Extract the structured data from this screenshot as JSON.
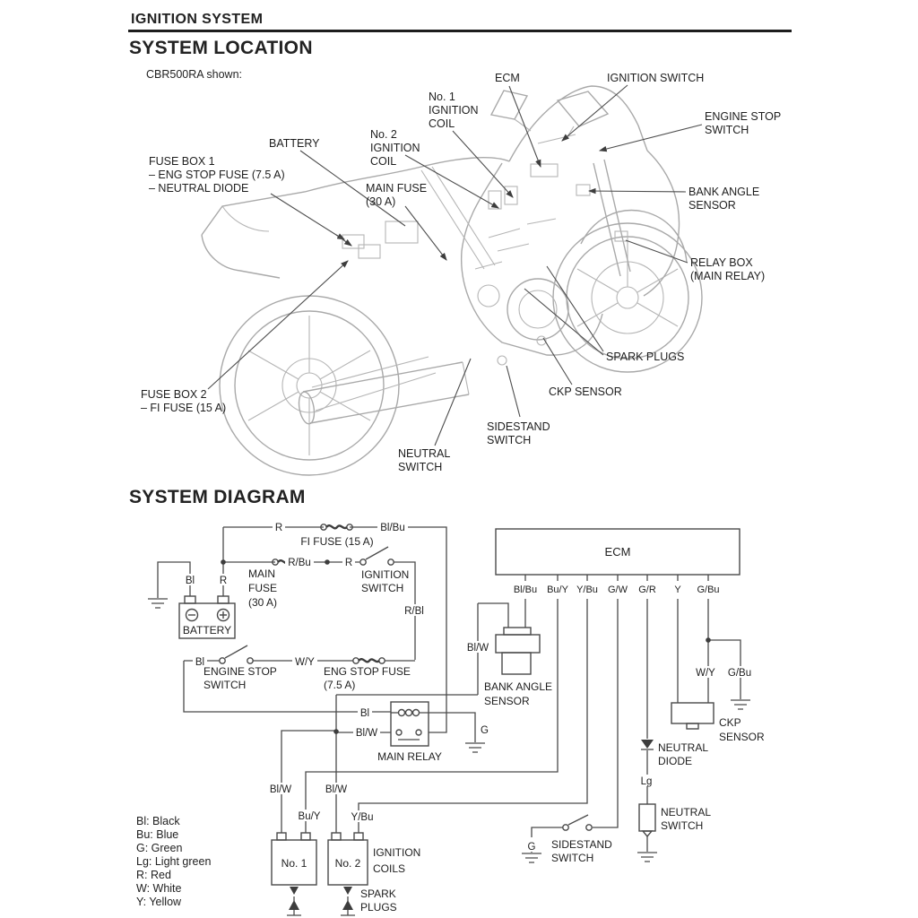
{
  "page": {
    "header": "IGNITION SYSTEM",
    "section1": "SYSTEM LOCATION",
    "model_note": "CBR500RA shown:",
    "section2": "SYSTEM DIAGRAM"
  },
  "location": {
    "ecm": "ECM",
    "ignition_switch": "IGNITION SWITCH",
    "engine_stop_switch": [
      "ENGINE STOP",
      "SWITCH"
    ],
    "bank_angle_sensor": [
      "BANK ANGLE",
      "SENSOR"
    ],
    "relay_box": [
      "RELAY BOX",
      "(MAIN RELAY)"
    ],
    "spark_plugs": "SPARK PLUGS",
    "ckp_sensor": "CKP SENSOR",
    "sidestand_switch": [
      "SIDESTAND",
      "SWITCH"
    ],
    "neutral_switch": [
      "NEUTRAL",
      "SWITCH"
    ],
    "fuse_box_2": [
      "FUSE BOX 2",
      "– FI FUSE (15 A)"
    ],
    "fuse_box_1": [
      "FUSE BOX 1",
      "– ENG STOP FUSE (7.5 A)",
      "– NEUTRAL DIODE"
    ],
    "battery": "BATTERY",
    "no1_coil": [
      "No. 1",
      "IGNITION",
      "COIL"
    ],
    "no2_coil": [
      "No. 2",
      "IGNITION",
      "COIL"
    ],
    "main_fuse": [
      "MAIN FUSE",
      "(30 A)"
    ]
  },
  "schematic": {
    "ecm": "ECM",
    "pins": [
      "Bl/Bu",
      "Bu/Y",
      "Y/Bu",
      "G/W",
      "G/R",
      "Y",
      "G/Bu"
    ],
    "labels": {
      "r_top": "R",
      "bl_bu": "Bl/Bu",
      "fi_fuse": "FI FUSE (15 A)",
      "main_fuse": [
        "MAIN",
        "FUSE",
        "(30 A)"
      ],
      "r_bu": "R/Bu",
      "r_mid": "R",
      "ignition_switch": [
        "IGNITION",
        "SWITCH"
      ],
      "r_bl": "R/Bl",
      "bl_battery": "Bl",
      "r_battery": "R",
      "battery": "BATTERY",
      "bl_stop": "Bl",
      "engine_stop_switch": [
        "ENGINE STOP",
        "SWITCH"
      ],
      "w_y": "W/Y",
      "eng_stop_fuse": [
        "ENG STOP FUSE",
        "(7.5 A)"
      ],
      "bl_w_sensor": "Bl/W",
      "bank_angle_sensor": [
        "BANK ANGLE",
        "SENSOR"
      ],
      "bl_relay": "Bl",
      "bl_w_relay": "Bl/W",
      "main_relay": "MAIN RELAY",
      "g_relay": "G",
      "w_y_ckp": "W/Y",
      "g_bu_ckp": "G/Bu",
      "ckp_sensor": [
        "CKP",
        "SENSOR"
      ],
      "neutral_diode": [
        "NEUTRAL",
        "DIODE"
      ],
      "lg": "Lg",
      "neutral_switch": [
        "NEUTRAL",
        "SWITCH"
      ],
      "g_sidestand": "G",
      "sidestand_switch": [
        "SIDESTAND",
        "SWITCH"
      ],
      "bl_w_coil1": "Bl/W",
      "bl_w_coil2": "Bl/W",
      "bu_y": "Bu/Y",
      "y_bu": "Y/Bu",
      "coil1": "No. 1",
      "coil2": "No. 2",
      "ignition_coils": [
        "IGNITION",
        "COILS"
      ],
      "spark_plugs": [
        "SPARK",
        "PLUGS"
      ]
    }
  },
  "legend": [
    "Bl: Black",
    "Bu: Blue",
    "G: Green",
    "Lg: Light green",
    "R: Red",
    "W: White",
    "Y: Yellow"
  ]
}
